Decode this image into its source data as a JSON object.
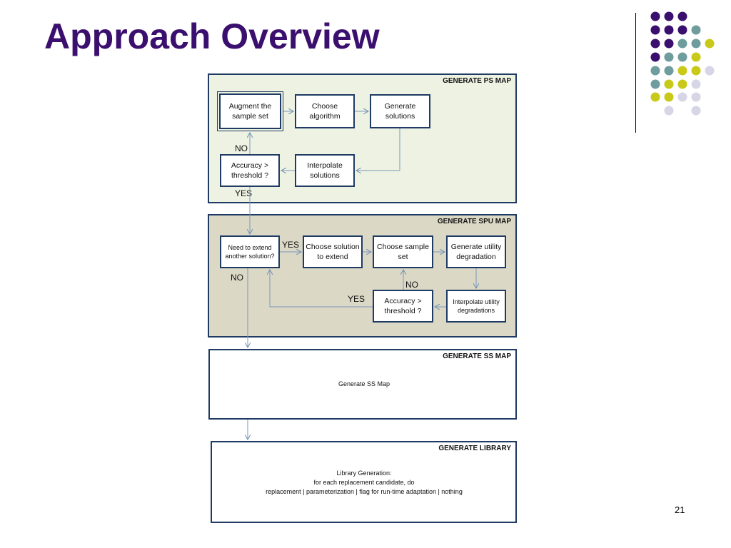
{
  "slide": {
    "title": "Approach Overview",
    "page_number": "21"
  },
  "decor": {
    "dot_colors": {
      "purple": "#3b0f6e",
      "teal": "#6f9c9c",
      "yellow": "#c9c91a",
      "lavender": "#d6d6e6"
    }
  },
  "panels": {
    "ps_map": {
      "title": "GENERATE PS MAP",
      "fill": "#eef2e2",
      "nodes": {
        "augment": "Augment the sample set",
        "choose_algorithm": "Choose algorithm",
        "generate_solutions": "Generate solutions",
        "interpolate_solutions": "Interpolate solutions",
        "accuracy": "Accuracy > threshold ?"
      },
      "labels": {
        "no": "NO",
        "yes": "YES"
      }
    },
    "spu_map": {
      "title": "GENERATE SPU MAP",
      "fill": "#dcd8c6",
      "nodes": {
        "need_extend": "Need to extend another solution?",
        "choose_solution": "Choose solution to extend",
        "choose_sample": "Choose sample set",
        "generate_utility": "Generate utility degradation",
        "interpolate_utility": "Interpolate utility degradations",
        "accuracy": "Accuracy > threshold ?"
      },
      "labels": {
        "yes_extend": "YES",
        "no_extend": "NO",
        "no_accuracy": "NO",
        "yes_accuracy": "YES"
      }
    },
    "ss_map": {
      "title": "GENERATE SS MAP",
      "body": "Generate SS Map"
    },
    "library": {
      "title": "GENERATE LIBRARY",
      "line1": "Library Generation:",
      "line2": "for each replacement candidate, do",
      "line3": "replacement | parameterization | flag for run-time adaptation | nothing"
    }
  }
}
